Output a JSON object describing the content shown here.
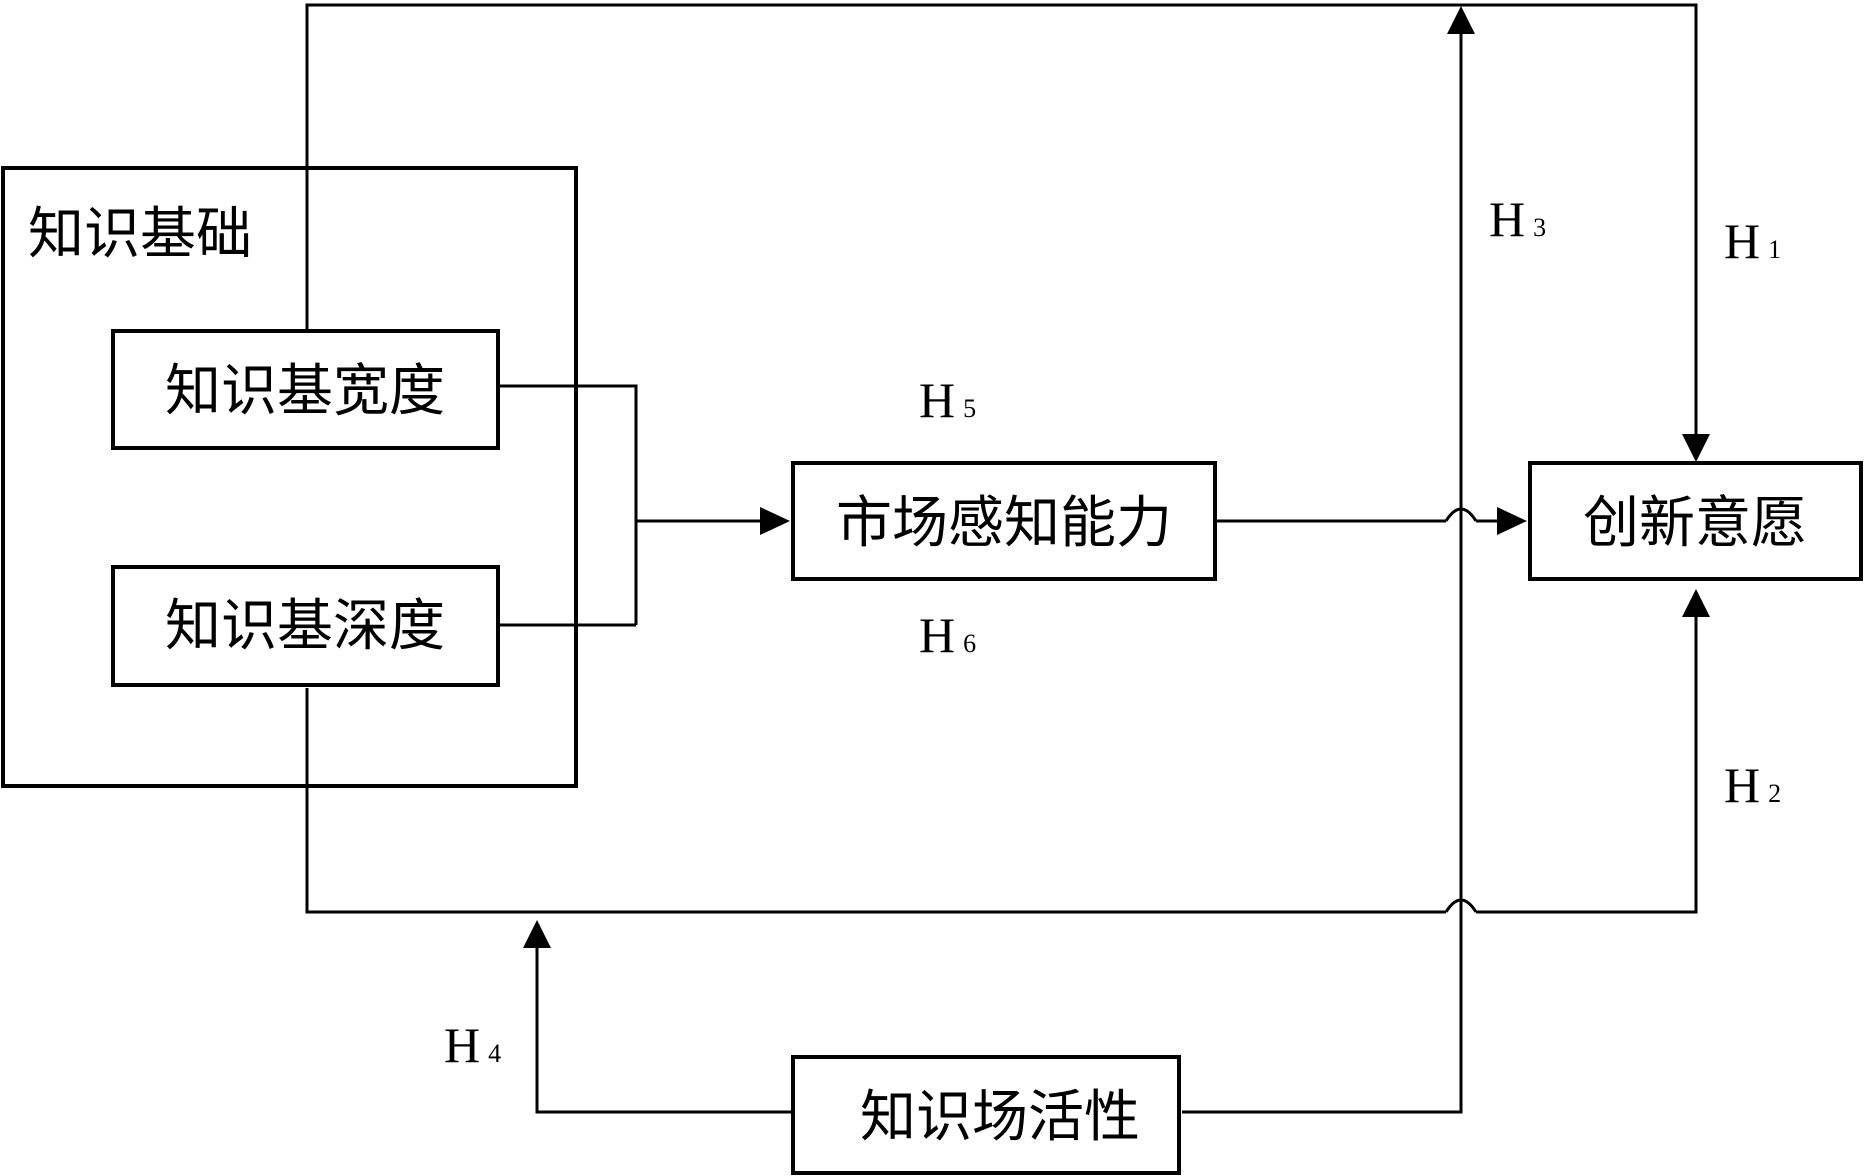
{
  "group": {
    "label": "知识基础"
  },
  "nodes": {
    "breadth": "知识基宽度",
    "depth": "知识基深度",
    "market": "市场感知能力",
    "innovation": "创新意愿",
    "field": "知识场活性"
  },
  "hypotheses": {
    "h1": {
      "letter": "H",
      "num": "1"
    },
    "h2": {
      "letter": "H",
      "num": "2"
    },
    "h3": {
      "letter": "H",
      "num": "3"
    },
    "h4": {
      "letter": "H",
      "num": "4"
    },
    "h5": {
      "letter": "H",
      "num": "5"
    },
    "h6": {
      "letter": "H",
      "num": "6"
    }
  }
}
